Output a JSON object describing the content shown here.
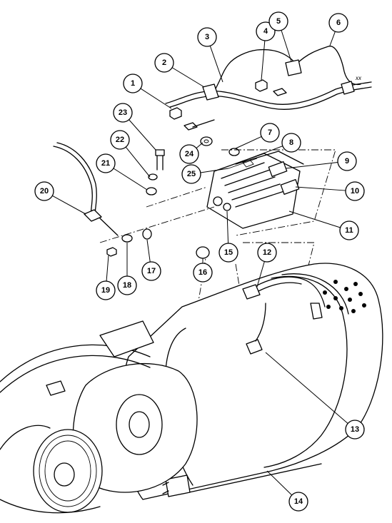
{
  "callouts": [
    "1",
    "2",
    "3",
    "4",
    "5",
    "6",
    "7",
    "8",
    "9",
    "10",
    "11",
    "12",
    "13",
    "14",
    "15",
    "16",
    "17",
    "18",
    "19",
    "20",
    "21",
    "22",
    "23",
    "24",
    "25"
  ],
  "note": "xx"
}
